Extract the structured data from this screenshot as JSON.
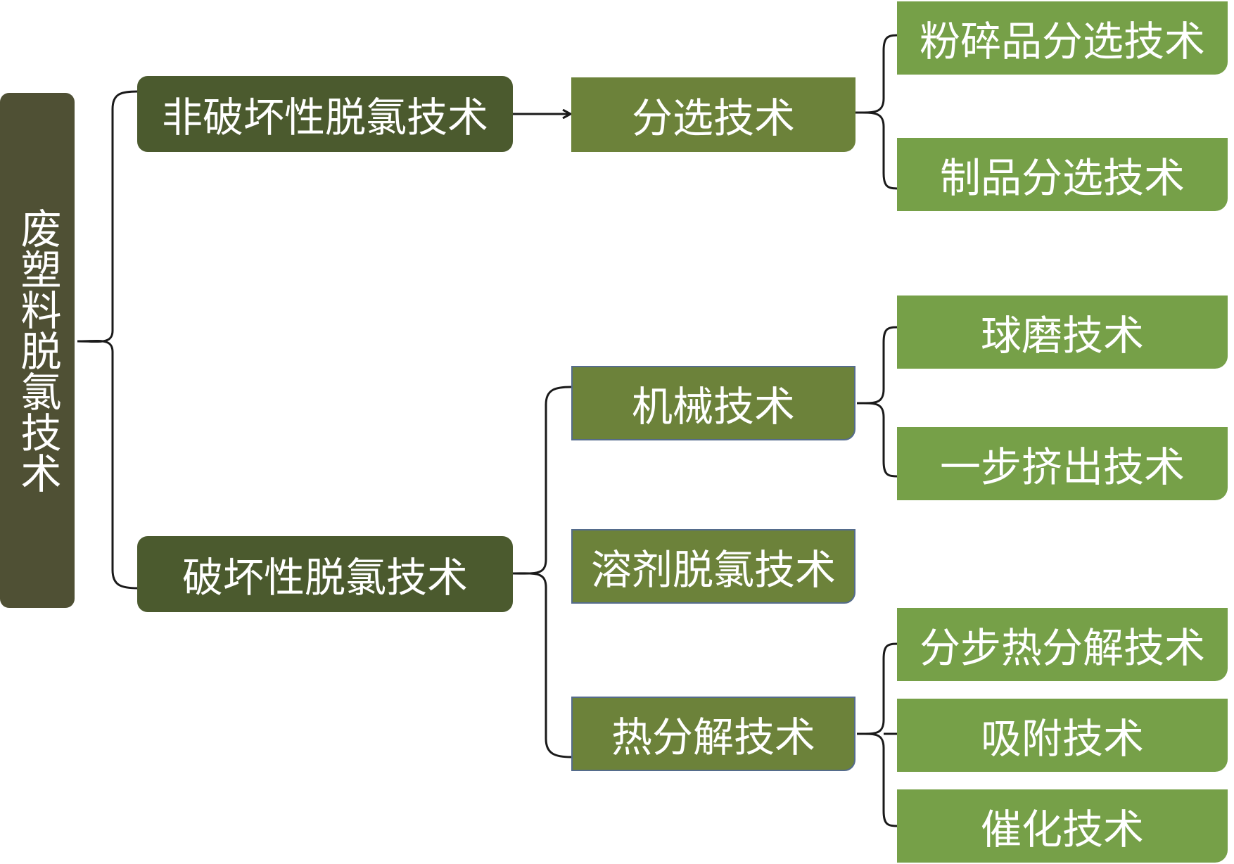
{
  "diagram": {
    "root": "废塑料脱氯技术",
    "branches": [
      "非破坏性脱氯技术",
      "破坏性脱氯技术"
    ],
    "methods": [
      "分选技术",
      "机械技术",
      "溶剂脱氯技术",
      "热分解技术"
    ],
    "techniques": [
      "粉碎品分选技术",
      "制品分选技术",
      "球磨技术",
      "一步挤出技术",
      "分步热分解技术",
      "吸附技术",
      "催化技术"
    ],
    "colors": {
      "root": "#4f5034",
      "branch": "#4b5a2e",
      "method": "#6c823a",
      "technique": "#76a048",
      "line": "#1a1a1a",
      "text": "#ffffff"
    }
  }
}
